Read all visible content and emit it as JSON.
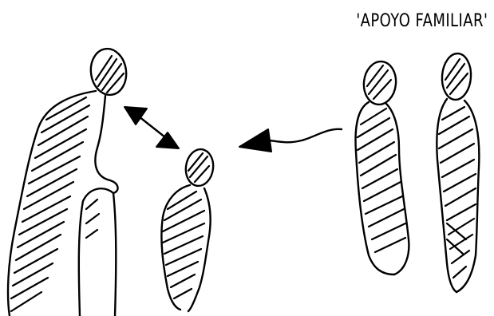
{
  "caption": "'APOYO FAMILIAR'",
  "figures": [
    {
      "name": "tall-adult-figure"
    },
    {
      "name": "child-figure"
    },
    {
      "name": "family-member-figure-1"
    },
    {
      "name": "family-member-figure-2"
    }
  ],
  "arrows": [
    {
      "name": "double-headed-arrow",
      "meaning": "interaction between adult and child"
    },
    {
      "name": "curved-arrow",
      "meaning": "family support directed toward pair"
    }
  ],
  "colors": {
    "ink": "#000000",
    "background": "#ffffff"
  }
}
